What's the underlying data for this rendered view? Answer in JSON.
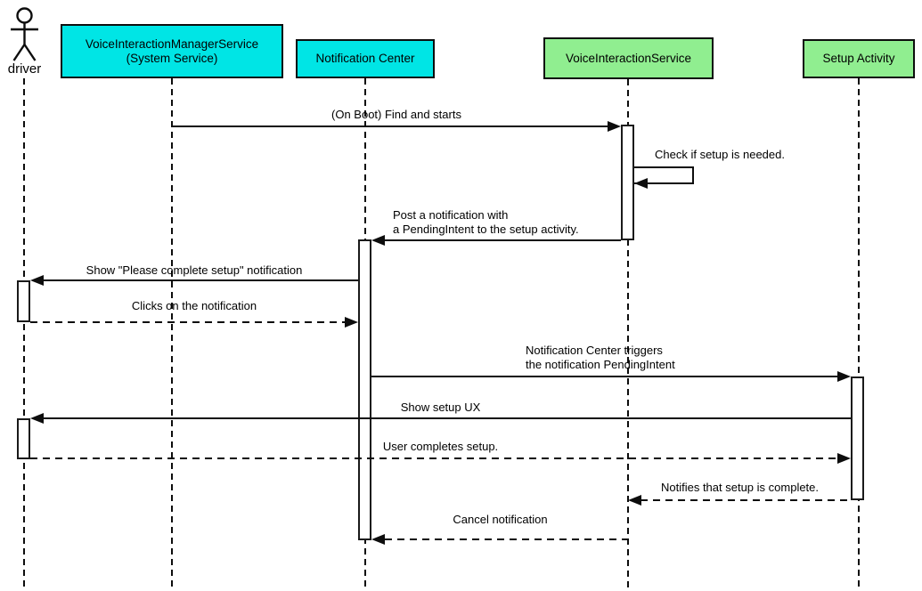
{
  "diagram": {
    "type": "uml-sequence-diagram",
    "colors": {
      "participant_cyan": "#00e5e5",
      "participant_green": "#90ee90",
      "line": "#0d0d0d",
      "background": "#ffffff"
    },
    "participants": [
      {
        "id": "driver",
        "label": "driver",
        "kind": "actor"
      },
      {
        "id": "vims",
        "label": "VoiceInteractionManagerService\n(System Service)",
        "kind": "object",
        "fill": "#00e5e5"
      },
      {
        "id": "notification_center",
        "label": "Notification Center",
        "kind": "object",
        "fill": "#00e5e5"
      },
      {
        "id": "voice_interaction_service",
        "label": "VoiceInteractionService",
        "kind": "object",
        "fill": "#90ee90"
      },
      {
        "id": "setup_activity",
        "label": "Setup Activity",
        "kind": "object",
        "fill": "#90ee90"
      }
    ],
    "messages": [
      {
        "label": "(On Boot) Find and starts",
        "from": "vims",
        "to": "voice_interaction_service",
        "style": "solid"
      },
      {
        "label": "Check if setup is needed.",
        "from": "voice_interaction_service",
        "to": "voice_interaction_service",
        "style": "solid",
        "self_message": true
      },
      {
        "label": "Post a notification with\na PendingIntent to the setup activity.",
        "from": "voice_interaction_service",
        "to": "notification_center",
        "style": "solid"
      },
      {
        "label": "Show \"Please complete setup\" notification",
        "from": "notification_center",
        "to": "driver",
        "style": "solid"
      },
      {
        "label": "Clicks on the notification",
        "from": "driver",
        "to": "notification_center",
        "style": "dashed"
      },
      {
        "label": "Notification Center triggers\nthe notification PendingIntent",
        "from": "notification_center",
        "to": "setup_activity",
        "style": "solid"
      },
      {
        "label": "Show setup UX",
        "from": "setup_activity",
        "to": "driver",
        "style": "solid"
      },
      {
        "label": "User completes setup.",
        "from": "driver",
        "to": "setup_activity",
        "style": "dashed"
      },
      {
        "label": "Notifies that setup is complete.",
        "from": "setup_activity",
        "to": "voice_interaction_service",
        "style": "dashed"
      },
      {
        "label": "Cancel notification",
        "from": "voice_interaction_service",
        "to": "notification_center",
        "style": "dashed"
      }
    ]
  }
}
